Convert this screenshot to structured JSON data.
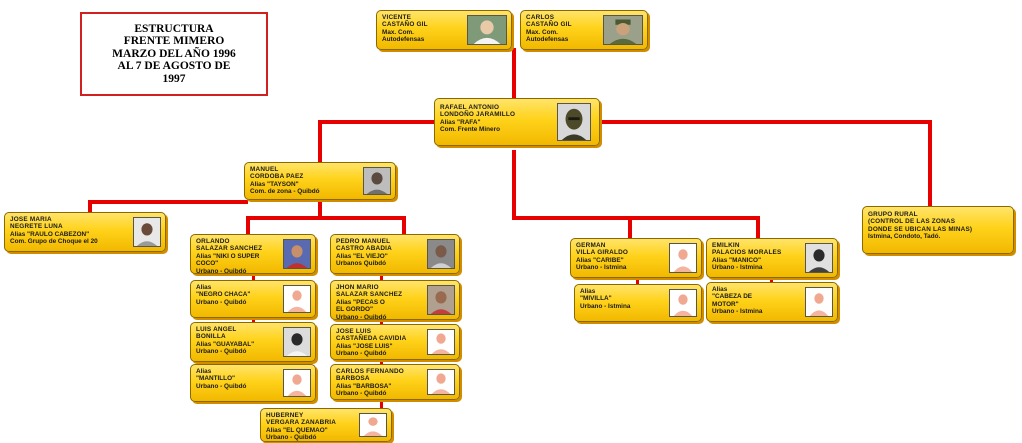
{
  "title": {
    "lines": [
      "ESTRUCTURA",
      "FRENTE MIMERO",
      "MARZO DEL AÑO 1996",
      "AL 7 DE AGOSTO DE",
      "1997"
    ]
  },
  "nodes": {
    "vicente": {
      "name": "VICENTE\nCASTAÑO GIL",
      "alias": "Max. Com.",
      "role": "Autodefensas",
      "photo": "photo-face-icon"
    },
    "carlos": {
      "name": "CARLOS\nCASTAÑO GIL",
      "alias": "Max. Com.",
      "role": "Autodefensas",
      "photo": "photo-face-icon"
    },
    "rafael": {
      "name": "RAFAEL ANTONIO\nLONDOÑO JARAMILLO",
      "alias": "Alias \"RAFA\"",
      "role": "Com. Frente Minero",
      "photo": "photo-face-icon"
    },
    "manuel": {
      "name": "MANUEL\nCORDOBA PAEZ",
      "alias": "Alias \"TAYSON\"",
      "role": "Com. de zona - Quibdó",
      "photo": "photo-face-icon"
    },
    "jose_maria": {
      "name": "JOSE MARIA\nNEGRETE LUNA",
      "alias": "Alias \"RAULO CABEZON\"",
      "role": "Com. Grupo de Choque el 20",
      "photo": "photo-face-icon"
    },
    "orlando": {
      "name": "ORLANDO\nSALAZAR SANCHEZ",
      "alias": "Alias \"NIKI O SUPER\nCOCO\"",
      "role": "Urbano - Quibdó",
      "photo": "photo-face-icon"
    },
    "negro_chaca": {
      "name": "",
      "alias": "Alias\n\"NEGRO CHACA\"",
      "role": "Urbano - Quibdó",
      "photo": "photo-placeholder-icon"
    },
    "luis_angel": {
      "name": "LUIS ANGEL\nBONILLA",
      "alias": "Alias \"GUAYABAL\"",
      "role": "Urbano - Quibdó",
      "photo": "photo-face-icon"
    },
    "mantillo": {
      "name": "",
      "alias": "Alias\n\"MANTILLO\"",
      "role": "Urbano - Quibdó",
      "photo": "photo-placeholder-icon"
    },
    "pedro": {
      "name": "PEDRO MANUEL\nCASTRO ABADIA",
      "alias": "Alias \"EL VIEJO\"",
      "role": "Urbanos Quibdó",
      "photo": "photo-face-icon"
    },
    "jhon_mario": {
      "name": "JHON MARIO\nSALAZAR SANCHEZ",
      "alias": "Alias \"PECAS O\nEL GORDO\"",
      "role": "Urbano - Quibdó",
      "photo": "photo-face-icon"
    },
    "jose_luis": {
      "name": "JOSE LUIS\nCASTAÑEDA CAVIDIA",
      "alias": "Alias \"JOSE LUIS\"",
      "role": "Urbano - Quibdó",
      "photo": "photo-placeholder-icon"
    },
    "carlos_fernando": {
      "name": "CARLOS FERNANDO\nBARBOSA",
      "alias": "Alias \"BARBOSA\"",
      "role": "Urbano - Quibdó",
      "photo": "photo-placeholder-icon"
    },
    "huberney": {
      "name": "HUBERNEY\nVERGARA ZANABRIA",
      "alias": "Alias \"EL QUEMAO\"",
      "role": "Urbano - Quibdó",
      "photo": "photo-placeholder-icon"
    },
    "german": {
      "name": "GERMAN\nVILLA GIRALDO",
      "alias": "Alias \"CARIBE\"",
      "role": "Urbano - Istmina",
      "photo": "photo-placeholder-icon"
    },
    "mivilla": {
      "name": "",
      "alias": "Alias\n\"MIVILLA\"",
      "role": "Urbano - Istmina",
      "photo": "photo-placeholder-icon"
    },
    "emilkin": {
      "name": "EMILKIN\nPALACIOS MORALES",
      "alias": "Alias \"MANICO\"",
      "role": "Urbano - Istmina",
      "photo": "photo-face-icon"
    },
    "cabeza_motor": {
      "name": "",
      "alias": "Alias\n\"CABEZA DE\nMOTOR\"",
      "role": "Urbano - Istmina",
      "photo": "photo-placeholder-icon"
    },
    "grupo_rural": {
      "name": "GRUPO RURAL\n(CONTROL DE LAS ZONAS\nDONDE SE UBICAN LAS MINAS)",
      "alias": "",
      "role": "Istmina, Condoto, Tadó.",
      "photo": ""
    }
  },
  "colors": {
    "connector": "#e60000",
    "node_fill": "#ffd21a",
    "title_border": "#d02020"
  }
}
